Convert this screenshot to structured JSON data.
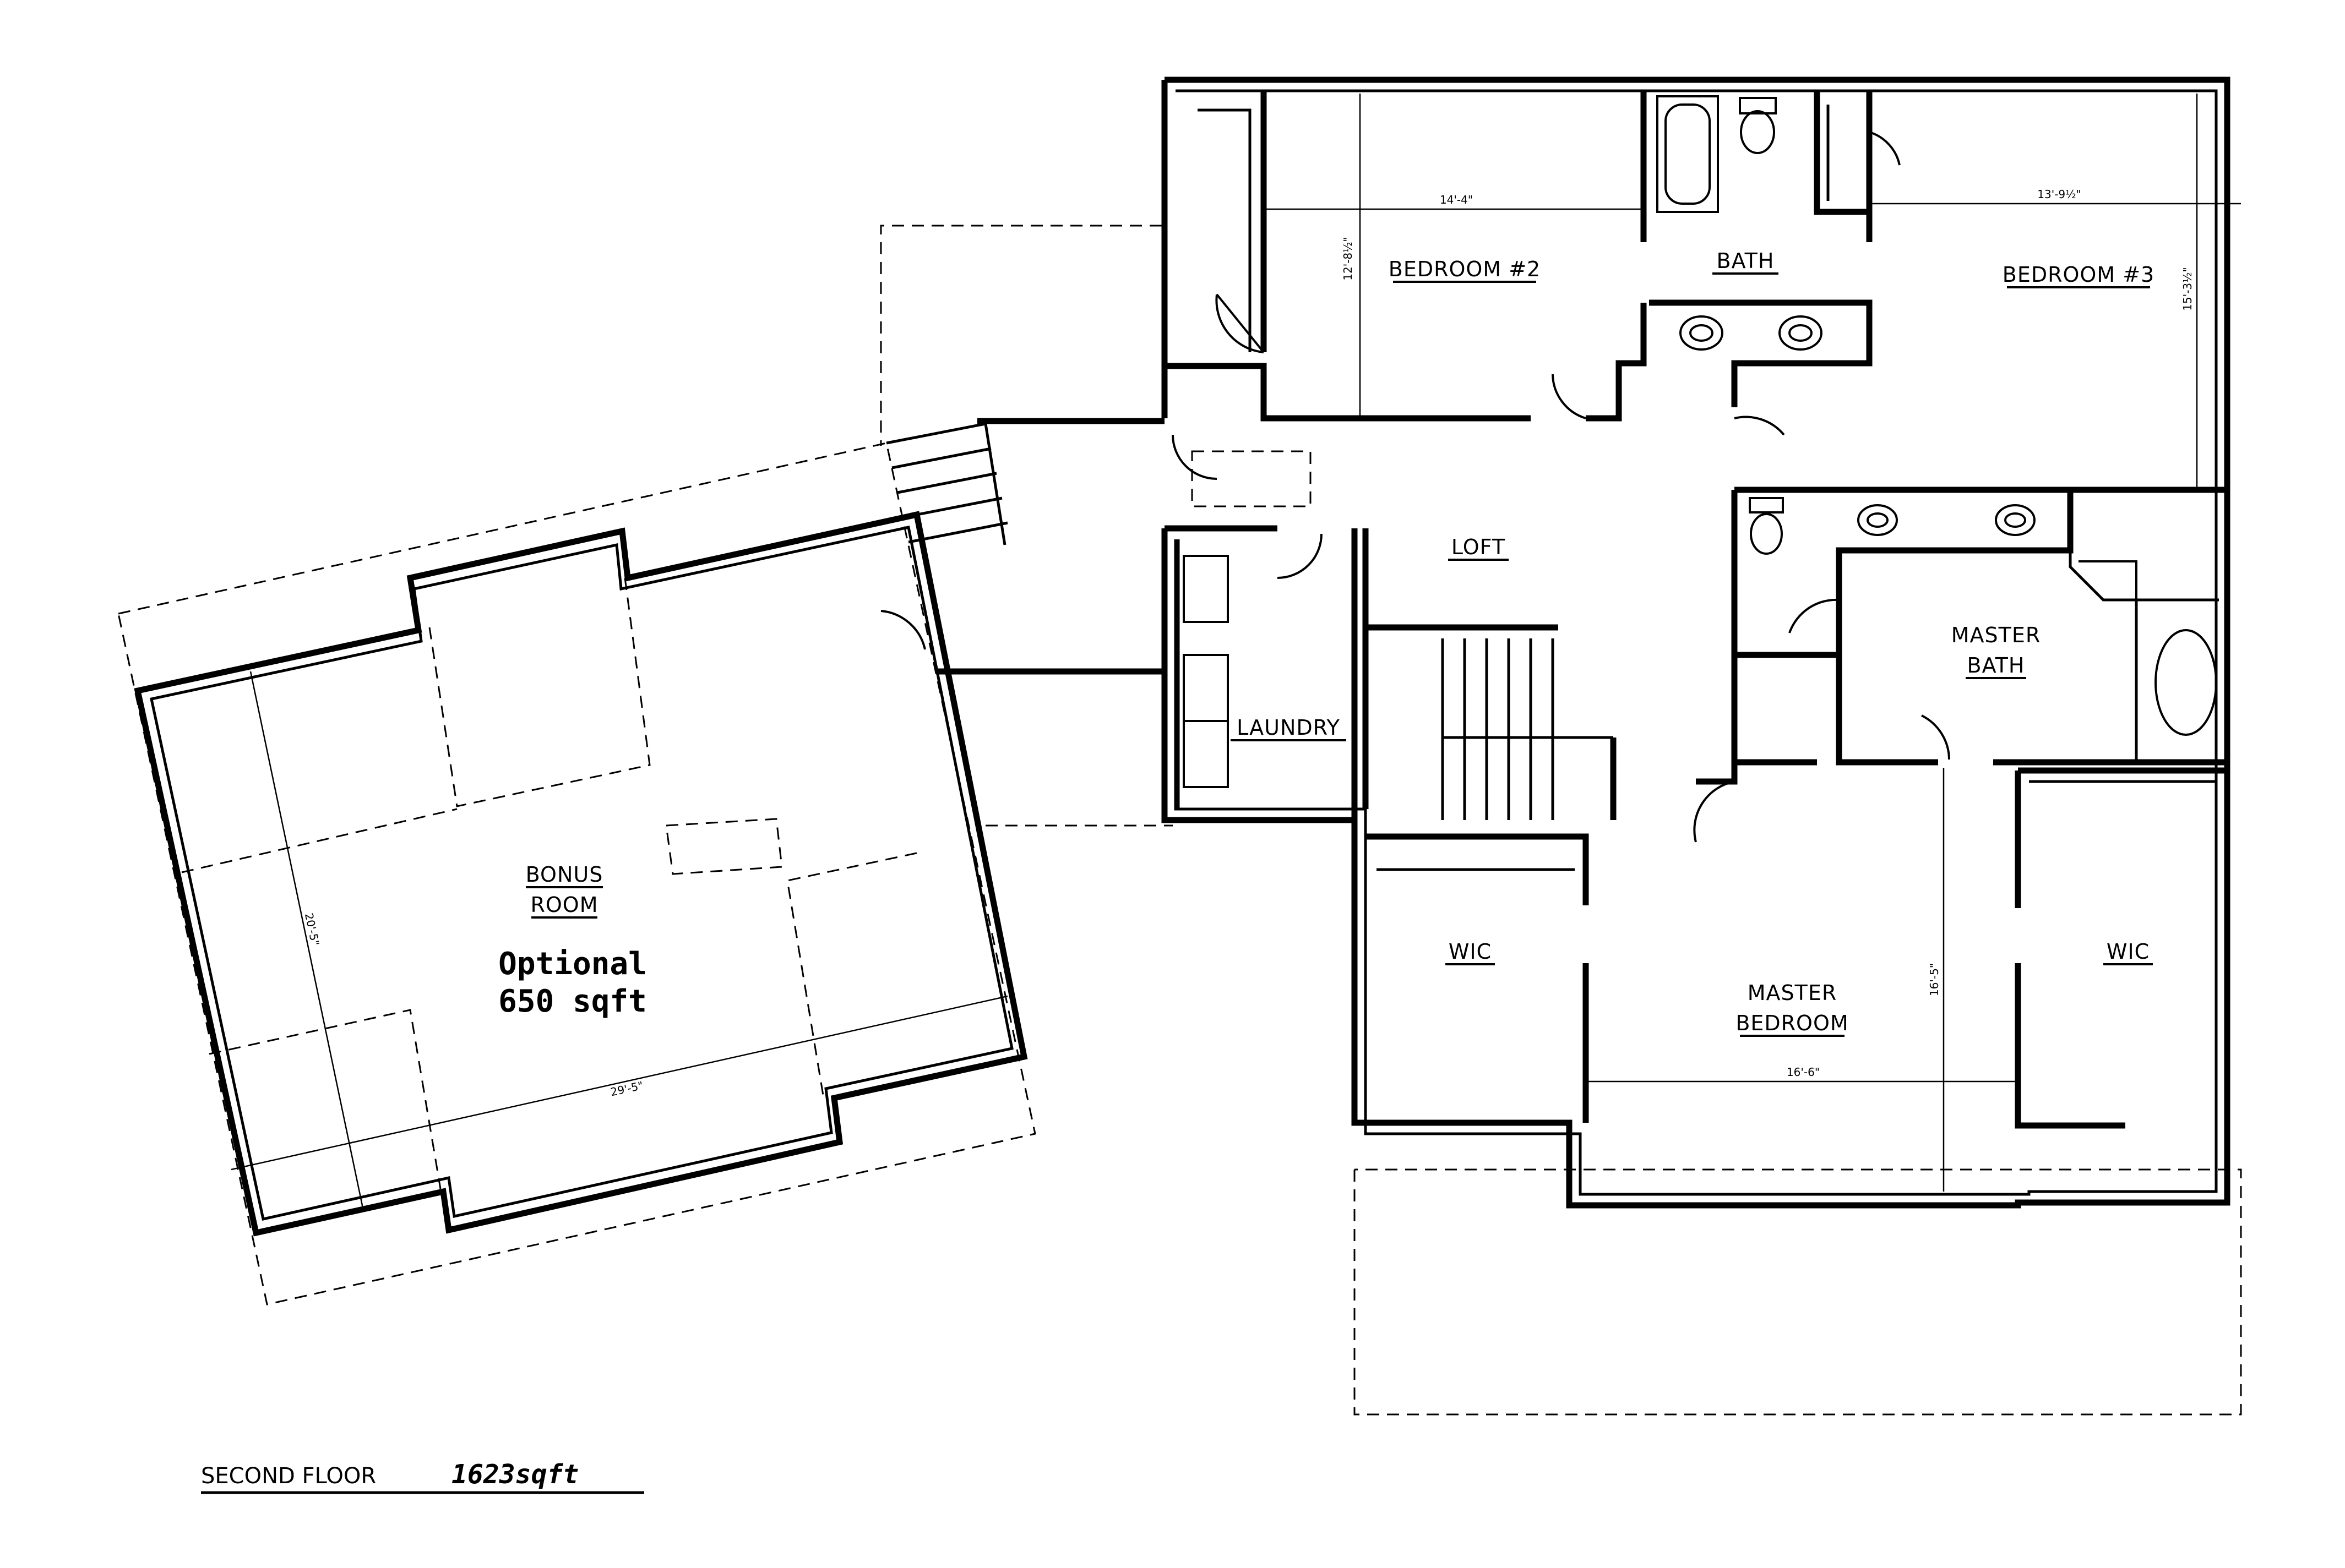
{
  "rooms": {
    "bedroom2": "BEDROOM #2",
    "bath": "BATH",
    "bedroom3": "BEDROOM #3",
    "loft": "LOFT",
    "laundry": "LAUNDRY",
    "master_bath_1": "MASTER",
    "master_bath_2": "BATH",
    "wic_left": "WIC",
    "wic_right": "WIC",
    "master_bedroom_1": "MASTER",
    "master_bedroom_2": "BEDROOM",
    "bonus_1": "BONUS",
    "bonus_2": "ROOM"
  },
  "bonus_note": {
    "line1": "Optional",
    "line2": "650 sqft"
  },
  "dimensions": {
    "bed2_width": "14'-4\"",
    "bed2_depth": "12'-8½\"",
    "bed3_width": "13'-9½\"",
    "bed3_depth": "15'-3½\"",
    "master_width": "16'-6\"",
    "master_depth": "16'-5\"",
    "bonus_width": "29'-5\"",
    "bonus_depth": "20'-5\""
  },
  "title": {
    "floor": "SECOND FLOOR",
    "area": "1623sqft"
  }
}
